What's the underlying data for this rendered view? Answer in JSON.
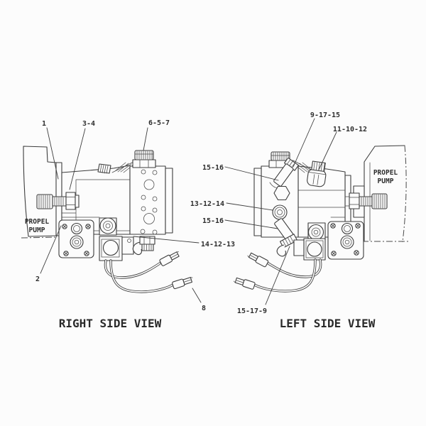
{
  "colors": {
    "background": "#fcfcfc",
    "line": "#3d3d3d",
    "text": "#2e2e2e"
  },
  "views": {
    "right_side": {
      "caption": "RIGHT SIDE VIEW",
      "pump_label_line1": "PROPEL",
      "pump_label_line2": "PUMP",
      "callouts": {
        "item_1": "1",
        "item_3_4": "3-4",
        "item_6_5_7": "6-5-7",
        "item_2": "2",
        "item_14_12_13": "14-12-13",
        "item_8": "8"
      }
    },
    "left_side": {
      "caption": "LEFT SIDE VIEW",
      "pump_label_line1": "PROPEL",
      "pump_label_line2": "PUMP",
      "callouts": {
        "item_9_17_15": "9-17-15",
        "item_11_10_12": "11-10-12",
        "item_15_16_upper": "15-16",
        "item_13_12_14": "13-12-14",
        "item_15_16_lower": "15-16",
        "item_15_17_9": "15-17-9"
      }
    }
  }
}
